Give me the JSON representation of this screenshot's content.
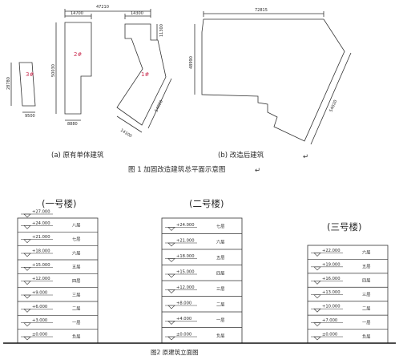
{
  "fig1": {
    "caption": "图 1 加固改造建筑总平面示意图",
    "caption_tail": "↵",
    "label_a": "(a) 原有单体建筑",
    "label_b": "(b) 改造后建筑",
    "label_b_tail": "↵",
    "dims_a": {
      "total_top": "47210",
      "b2_top": "14700",
      "b3_top": "14300",
      "b1_left": "28780",
      "b1_bottom": "9500",
      "b2_left": "50030",
      "b2_bottom": "8880",
      "b3_diag": "54020",
      "b3_bottom": "14100",
      "b3_right": "11300"
    },
    "building_tags": {
      "b1": "3#",
      "b2": "2#",
      "b3": "1#"
    },
    "dims_b": {
      "top": "72815",
      "left": "48990",
      "diag": "54020"
    }
  },
  "fig2": {
    "caption": "图2 原建筑立面图",
    "buildings": [
      {
        "title": "(一号楼)",
        "floors": [
          {
            "level": "+24.000",
            "name": "八层"
          },
          {
            "level": "+21.000",
            "name": "七层"
          },
          {
            "level": "+18.000",
            "name": "六层"
          },
          {
            "level": "+15.000",
            "name": "五层"
          },
          {
            "level": "+12.000",
            "name": "四层"
          },
          {
            "level": "+9.000",
            "name": "三层"
          },
          {
            "level": "+6.000",
            "name": "二层"
          },
          {
            "level": "+3.000",
            "name": "一层"
          },
          {
            "level": "±0.000",
            "name": "负层"
          }
        ],
        "roof": "+27.000"
      },
      {
        "title": "(二号楼)",
        "floors": [
          {
            "level": "+24.000",
            "name": "七层"
          },
          {
            "level": "+21.000",
            "name": "六层"
          },
          {
            "level": "+18.000",
            "name": "五层"
          },
          {
            "level": "+15.000",
            "name": "四层"
          },
          {
            "level": "+12.000",
            "name": "三层"
          },
          {
            "level": "+8.000",
            "name": "二层"
          },
          {
            "level": "+4.000",
            "name": "一层"
          },
          {
            "level": "±0.000",
            "name": "负层"
          }
        ]
      },
      {
        "title": "(三号楼)",
        "floors": [
          {
            "level": "+22.000",
            "name": "六层"
          },
          {
            "level": "+19.000",
            "name": "五层"
          },
          {
            "level": "+16.000",
            "name": "四层"
          },
          {
            "level": "+13.000",
            "name": "三层"
          },
          {
            "level": "+10.000",
            "name": "二层"
          },
          {
            "level": "+7.000",
            "name": "一层"
          },
          {
            "level": "±0.000",
            "name": "负层"
          }
        ]
      }
    ]
  }
}
